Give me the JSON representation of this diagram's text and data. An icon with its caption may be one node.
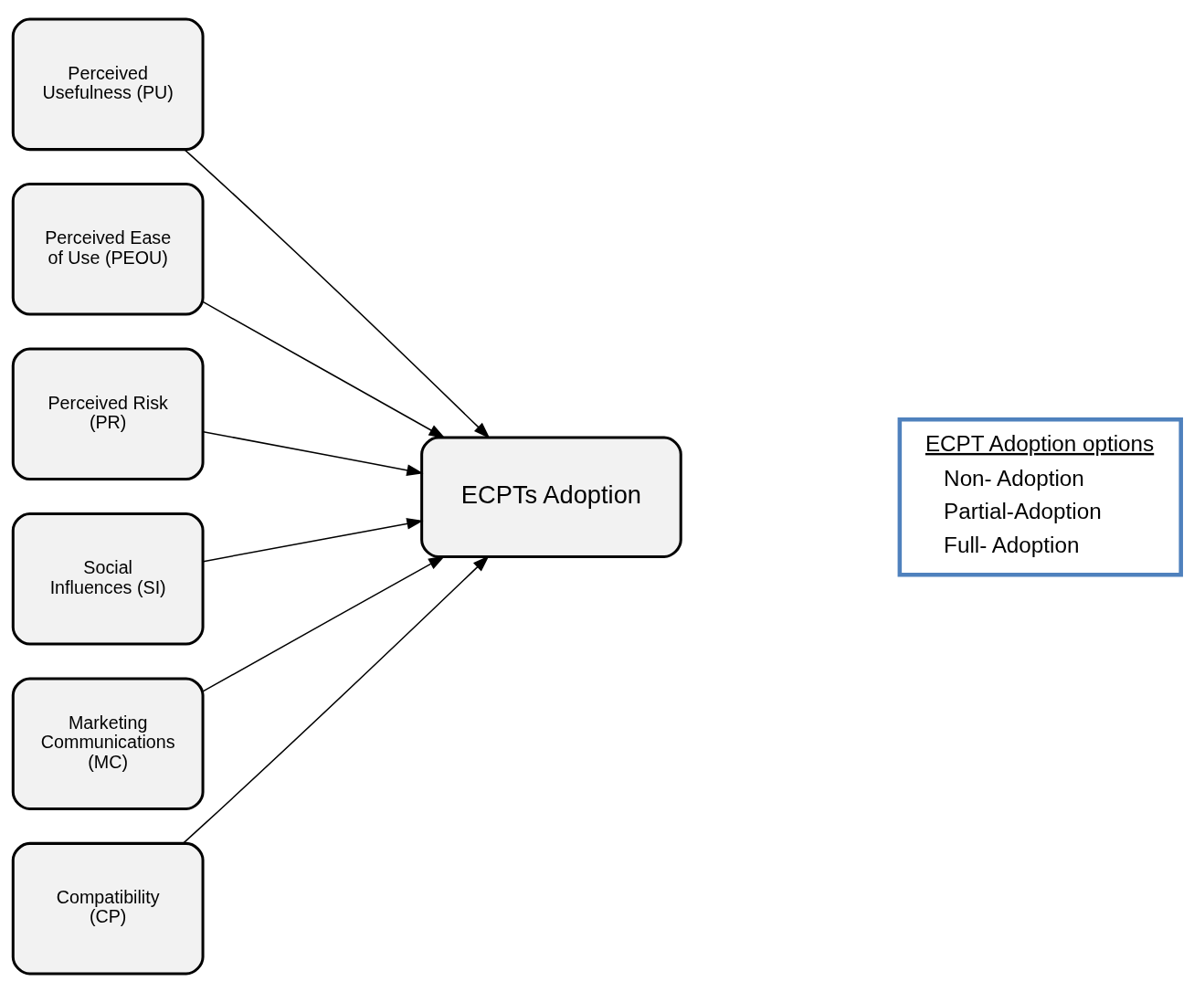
{
  "diagram": {
    "nodes": [
      {
        "text": [
          "Perceived Usefulness (PU)"
        ]
      },
      {
        "text": [
          "Perceived Ease of Use (PEOU)"
        ]
      },
      {
        "text": [
          "Perceived Risk (PR)"
        ]
      },
      {
        "text": [
          "Social Influences (SI)"
        ]
      },
      {
        "text": [
          "Marketing Communications (MC)"
        ]
      },
      {
        "text": [
          "Compatibility (CP)"
        ]
      },
      {
        "text": [
          "ECPTs Adoption"
        ]
      },
      {
        "text": [
          "ECPT Adoption options",
          "Non- Adoption",
          "Partial-Adoption",
          "Full- Adoption"
        ]
      }
    ],
    "edges": [
      {
        "from": 0,
        "to": 6,
        "arrow": "to"
      },
      {
        "from": 1,
        "to": 6,
        "arrow": "to"
      },
      {
        "from": 2,
        "to": 6,
        "arrow": "to"
      },
      {
        "from": 3,
        "to": 6,
        "arrow": "to"
      },
      {
        "from": 4,
        "to": 6,
        "arrow": "to"
      },
      {
        "from": 5,
        "to": 6,
        "arrow": "to"
      }
    ]
  }
}
